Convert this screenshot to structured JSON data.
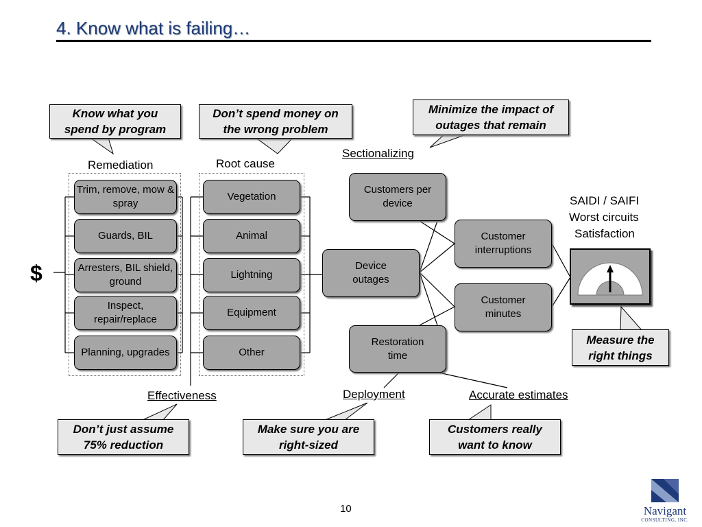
{
  "title": "4. Know what is failing…",
  "dollar": "$",
  "page_number": "10",
  "headers": {
    "remediation": "Remediation",
    "root_cause": "Root cause",
    "sectionalizing": "Sectionalizing",
    "effectiveness": "Effectiveness",
    "deployment": "Deployment",
    "accurate_estimates": "Accurate estimates"
  },
  "metrics": [
    "SAIDI / SAIFI",
    "Worst circuits",
    "Satisfaction"
  ],
  "remediation_items": [
    "Trim, remove, mow & spray",
    "Guards, BIL",
    "Arresters, BIL shield, ground",
    "Inspect, repair/replace",
    "Planning, upgrades"
  ],
  "root_cause_items": [
    "Vegetation",
    "Animal",
    "Lightning",
    "Equipment",
    "Other"
  ],
  "flow": {
    "customers_per_device": "Customers per device",
    "device_outages": "Device outages",
    "restoration_time": "Restoration time",
    "customer_interruptions": "Customer interruptions",
    "customer_minutes": "Customer minutes"
  },
  "callouts": {
    "know_spend": "Know what you spend by program",
    "dont_spend": "Don’t spend money on the wrong problem",
    "minimize": "Minimize the impact of outages that remain",
    "measure": "Measure the right things",
    "dont_assume": "Don’t just assume 75% reduction",
    "right_sized": "Make sure you are right-sized",
    "customers_know": "Customers really want to know"
  },
  "logo": {
    "name": "Navigant",
    "sub": "CONSULTING, INC."
  },
  "colors": {
    "box_fill": "#a6a6a6",
    "callout_fill": "#e8e8e8",
    "title": "#1f3a78"
  }
}
